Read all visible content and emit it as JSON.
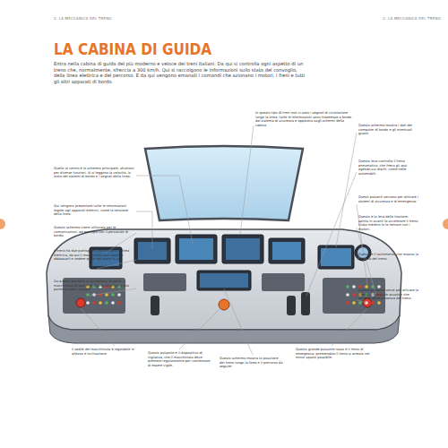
{
  "diagram": {
    "title": "LA CABINA DI GUIDA",
    "labels": [
      "2. LA MECCANICA DEL TRENO",
      "2. LA MECCANICA DEL TRENO",
      "Entra nella cabina di guida del più moderno e veloce dei treni italiani. Da qui si controlla ogni aspetto di un treno che, normalmente, sfreccia a 300 km/h. Qui si raccolgono le informazioni sullo stato del convoglio, della linea elettrica e del percorso. E da qui vengono emanati i comandi che azionano i motori, i freni e tutti gli altri apparati di bordo.",
      "Quello al centro è lo schermo principale, sfruttato per diverse funzioni. Vi si leggono la velocità, lo stato dei sistemi di bordo e i segnali della linea.",
      "Qui vengono presentate tutte le informazioni legate agli apparati elettrici, come la tensione della linea.",
      "Questo schermo viene utilizzato per le comunicazioni, ad esempio con il personale di bordo.",
      "Il treno ha due pantografi, che toccano la linea elettrica; da qui il macchinista può alzarli o abbassarli e vedere quale dei due è in uso.",
      "Da questo pannello si controllano le porte: il macchinista le apre e le chiude all'arrivo e alla partenza dalle stazioni.",
      "In questo tipo di treni non ci sono i segnali di circolazione lungo la linea: tutte le informazioni sono trasmesse a bordo dal sistema di sicurezza e appaiono sugli schermi della cabina.",
      "Questo schermo mostra i dati del computer di bordo e gli eventuali guasti.",
      "Questa leva controlla il freno pneumatico, che frena gli assi agendo sui dischi, come nelle automobili.",
      "Questi pulsanti servono per attivare i sistemi di sicurezza e di emergenza.",
      "Questa è la leva della trazione: spinta in avanti fa accelerare il treno, tirata indietro lo fa frenare con i motori.",
      "Questo è il tachimetro, che mostra la velocità del treno.",
      "Questo pulsante serve per attivare la sirena, un segnale acustico che avverte della presenza del treno.",
      "Il sedile del macchinista è regolabile in altezza e inclinazione.",
      "Questo pulsante è il dispositivo di vigilanza, che il macchinista deve premere regolarmente per confermare di essere vigile.",
      "Questo schermo mostra la posizione del treno lungo la linea e il percorso da seguire.",
      "Questo grande pulsante rosso è il freno di emergenza: premendolo il treno si arresta nel minor spazio possibile."
    ]
  }
}
